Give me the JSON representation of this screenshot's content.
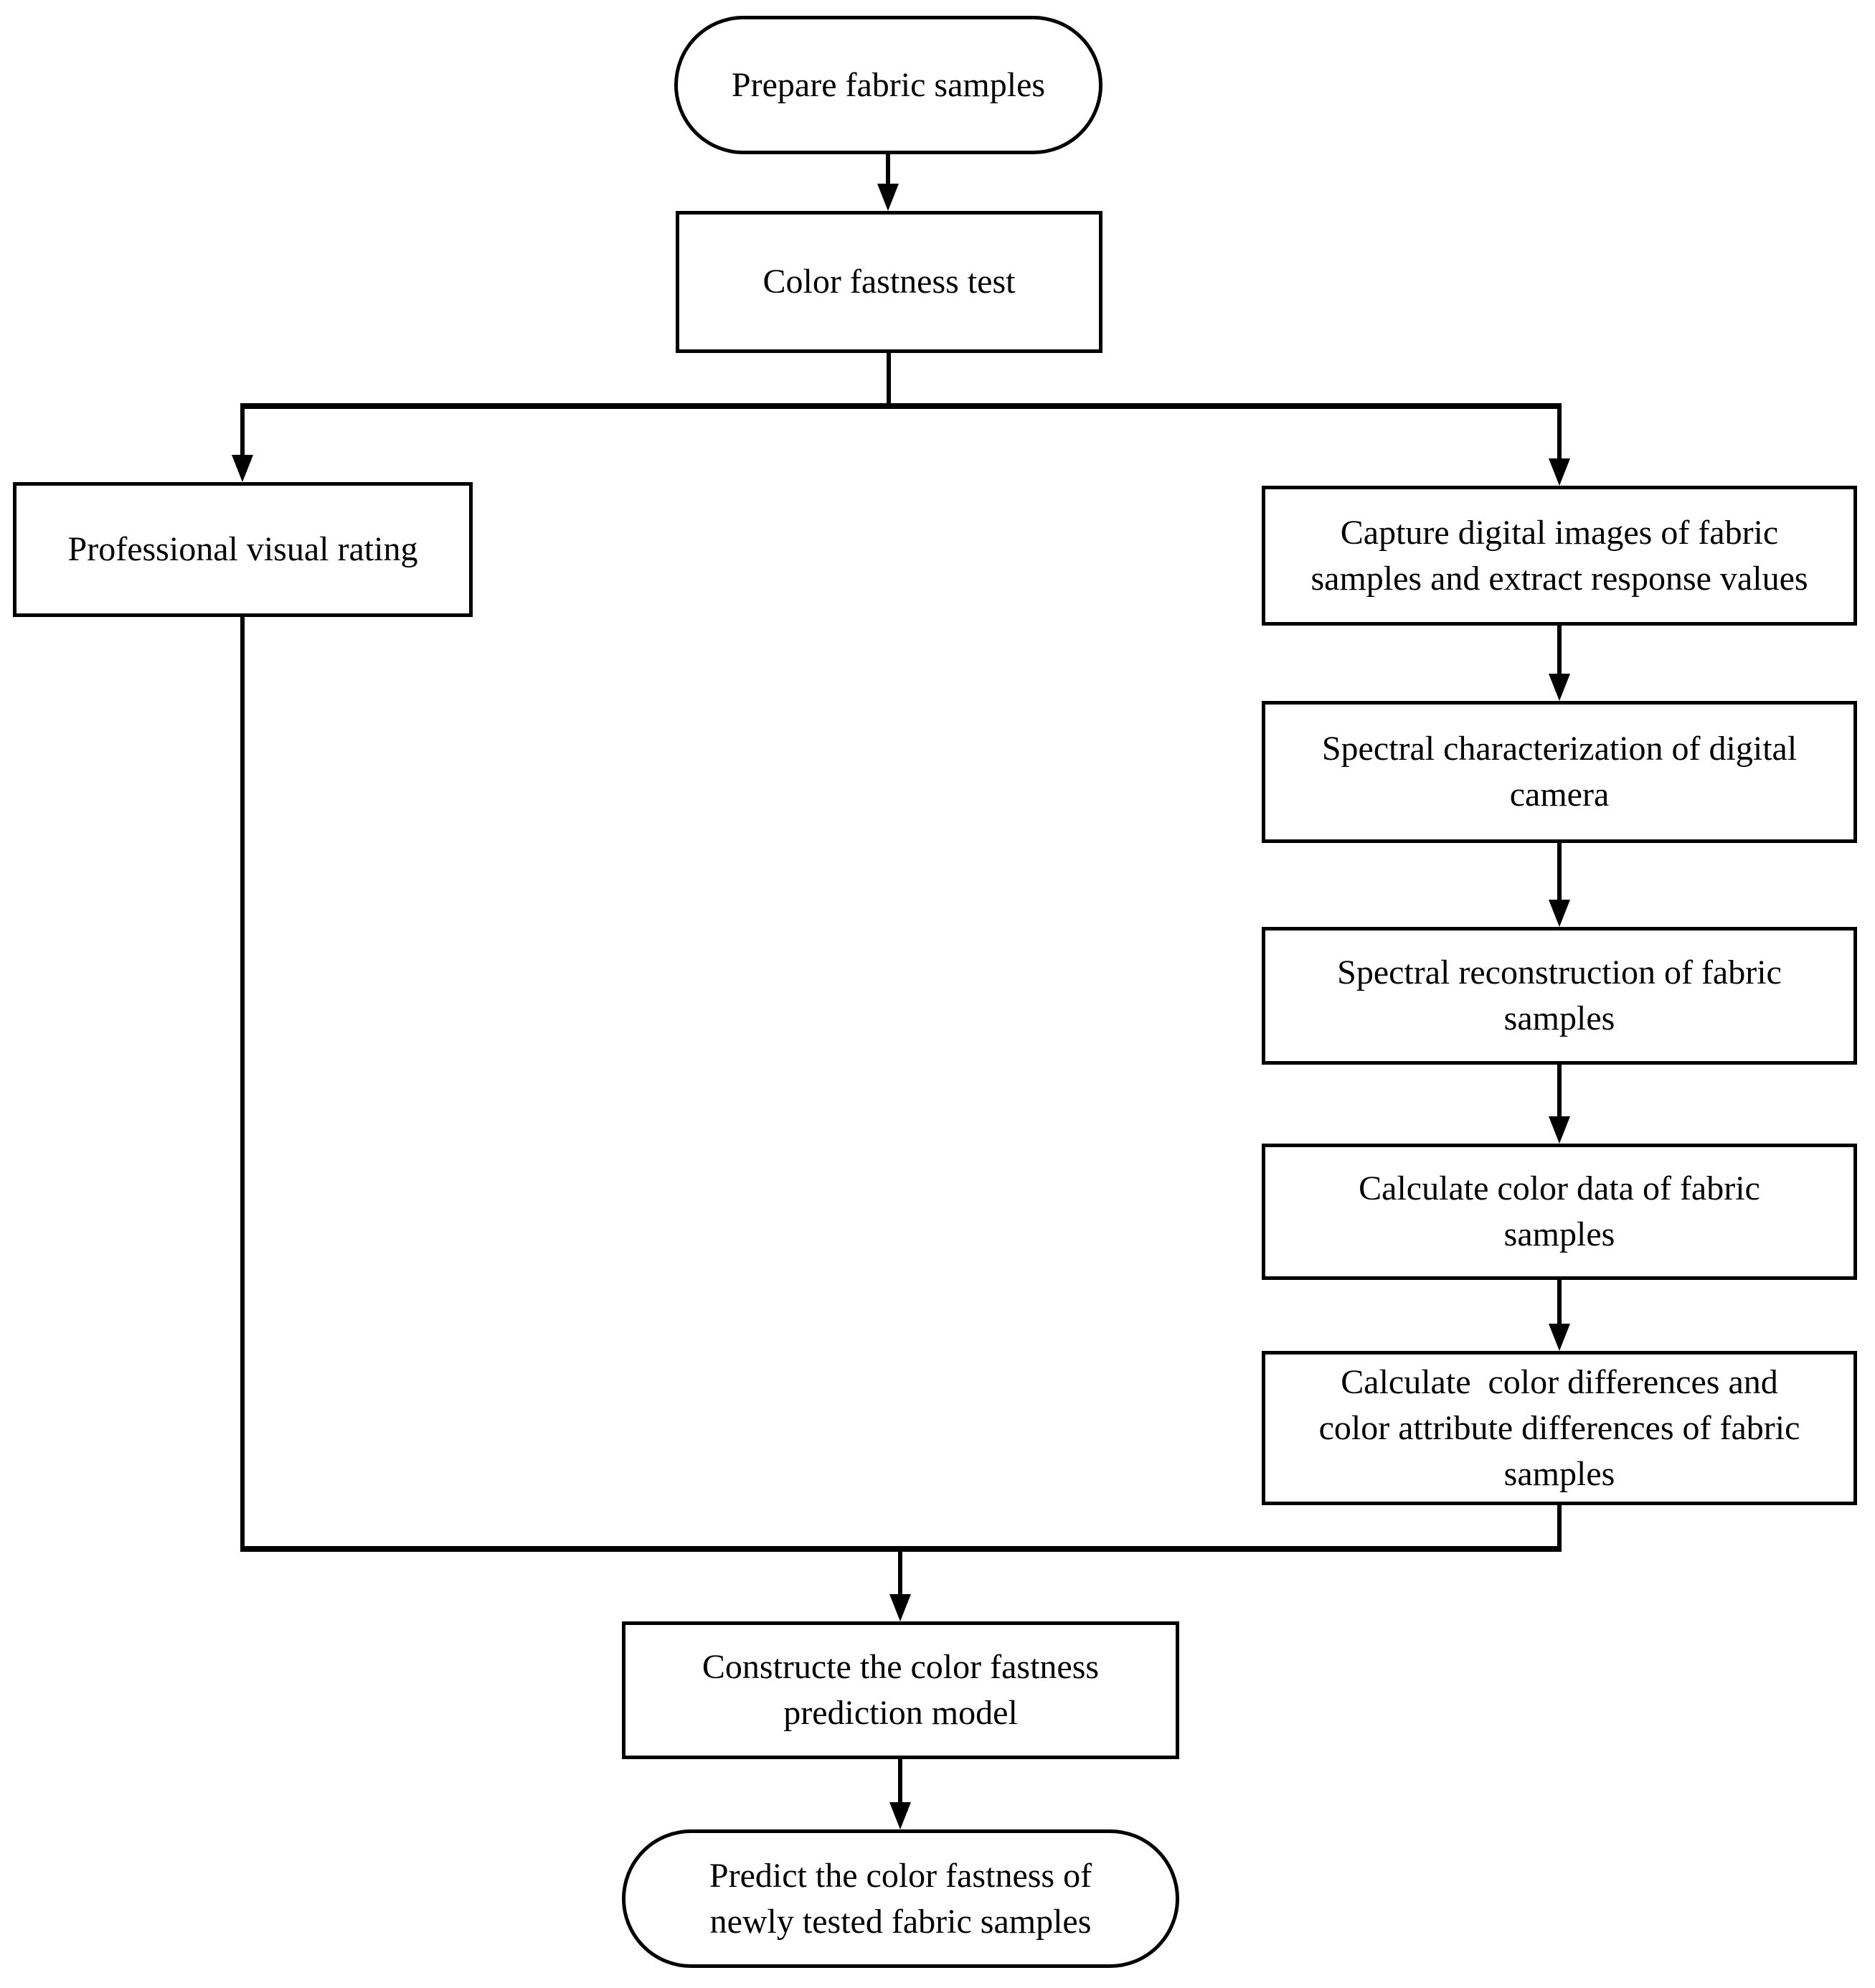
{
  "diagram": {
    "type": "flowchart",
    "background_color": "#ffffff",
    "line_color": "#000000",
    "nodes": {
      "prepare_fabric_samples": {
        "shape": "stadium",
        "label": "Prepare fabric samples"
      },
      "color_fastness_test": {
        "shape": "rect",
        "label": "Color fastness test"
      },
      "professional_visual_rating": {
        "shape": "rect",
        "label": "Professional visual rating"
      },
      "capture_digital_images": {
        "shape": "rect",
        "label": "Capture digital images of fabric\nsamples and extract response values"
      },
      "spectral_characterization": {
        "shape": "rect",
        "label": "Spectral characterization of digital\ncamera"
      },
      "spectral_reconstruction": {
        "shape": "rect",
        "label": "Spectral reconstruction of fabric\nsamples"
      },
      "calculate_color_data": {
        "shape": "rect",
        "label": "Calculate color data of fabric\nsamples"
      },
      "calculate_color_differences": {
        "shape": "rect",
        "label": "Calculate  color differences and\ncolor attribute differences of fabric\nsamples"
      },
      "construct_prediction_model": {
        "shape": "rect",
        "label": "Constructe the color fastness\nprediction model"
      },
      "predict_color_fastness": {
        "shape": "stadium",
        "label": "Predict the color fastness of\nnewly tested fabric samples"
      }
    },
    "edges": [
      {
        "from": "prepare_fabric_samples",
        "to": "color_fastness_test",
        "arrow": true
      },
      {
        "from": "color_fastness_test",
        "to": "professional_visual_rating",
        "arrow": true
      },
      {
        "from": "color_fastness_test",
        "to": "capture_digital_images",
        "arrow": true
      },
      {
        "from": "capture_digital_images",
        "to": "spectral_characterization",
        "arrow": true
      },
      {
        "from": "spectral_characterization",
        "to": "spectral_reconstruction",
        "arrow": true
      },
      {
        "from": "spectral_reconstruction",
        "to": "calculate_color_data",
        "arrow": true
      },
      {
        "from": "calculate_color_data",
        "to": "calculate_color_differences",
        "arrow": true
      },
      {
        "from": "professional_visual_rating",
        "to": "construct_prediction_model",
        "arrow": true
      },
      {
        "from": "calculate_color_differences",
        "to": "construct_prediction_model",
        "arrow": true
      },
      {
        "from": "construct_prediction_model",
        "to": "predict_color_fastness",
        "arrow": true
      }
    ]
  }
}
